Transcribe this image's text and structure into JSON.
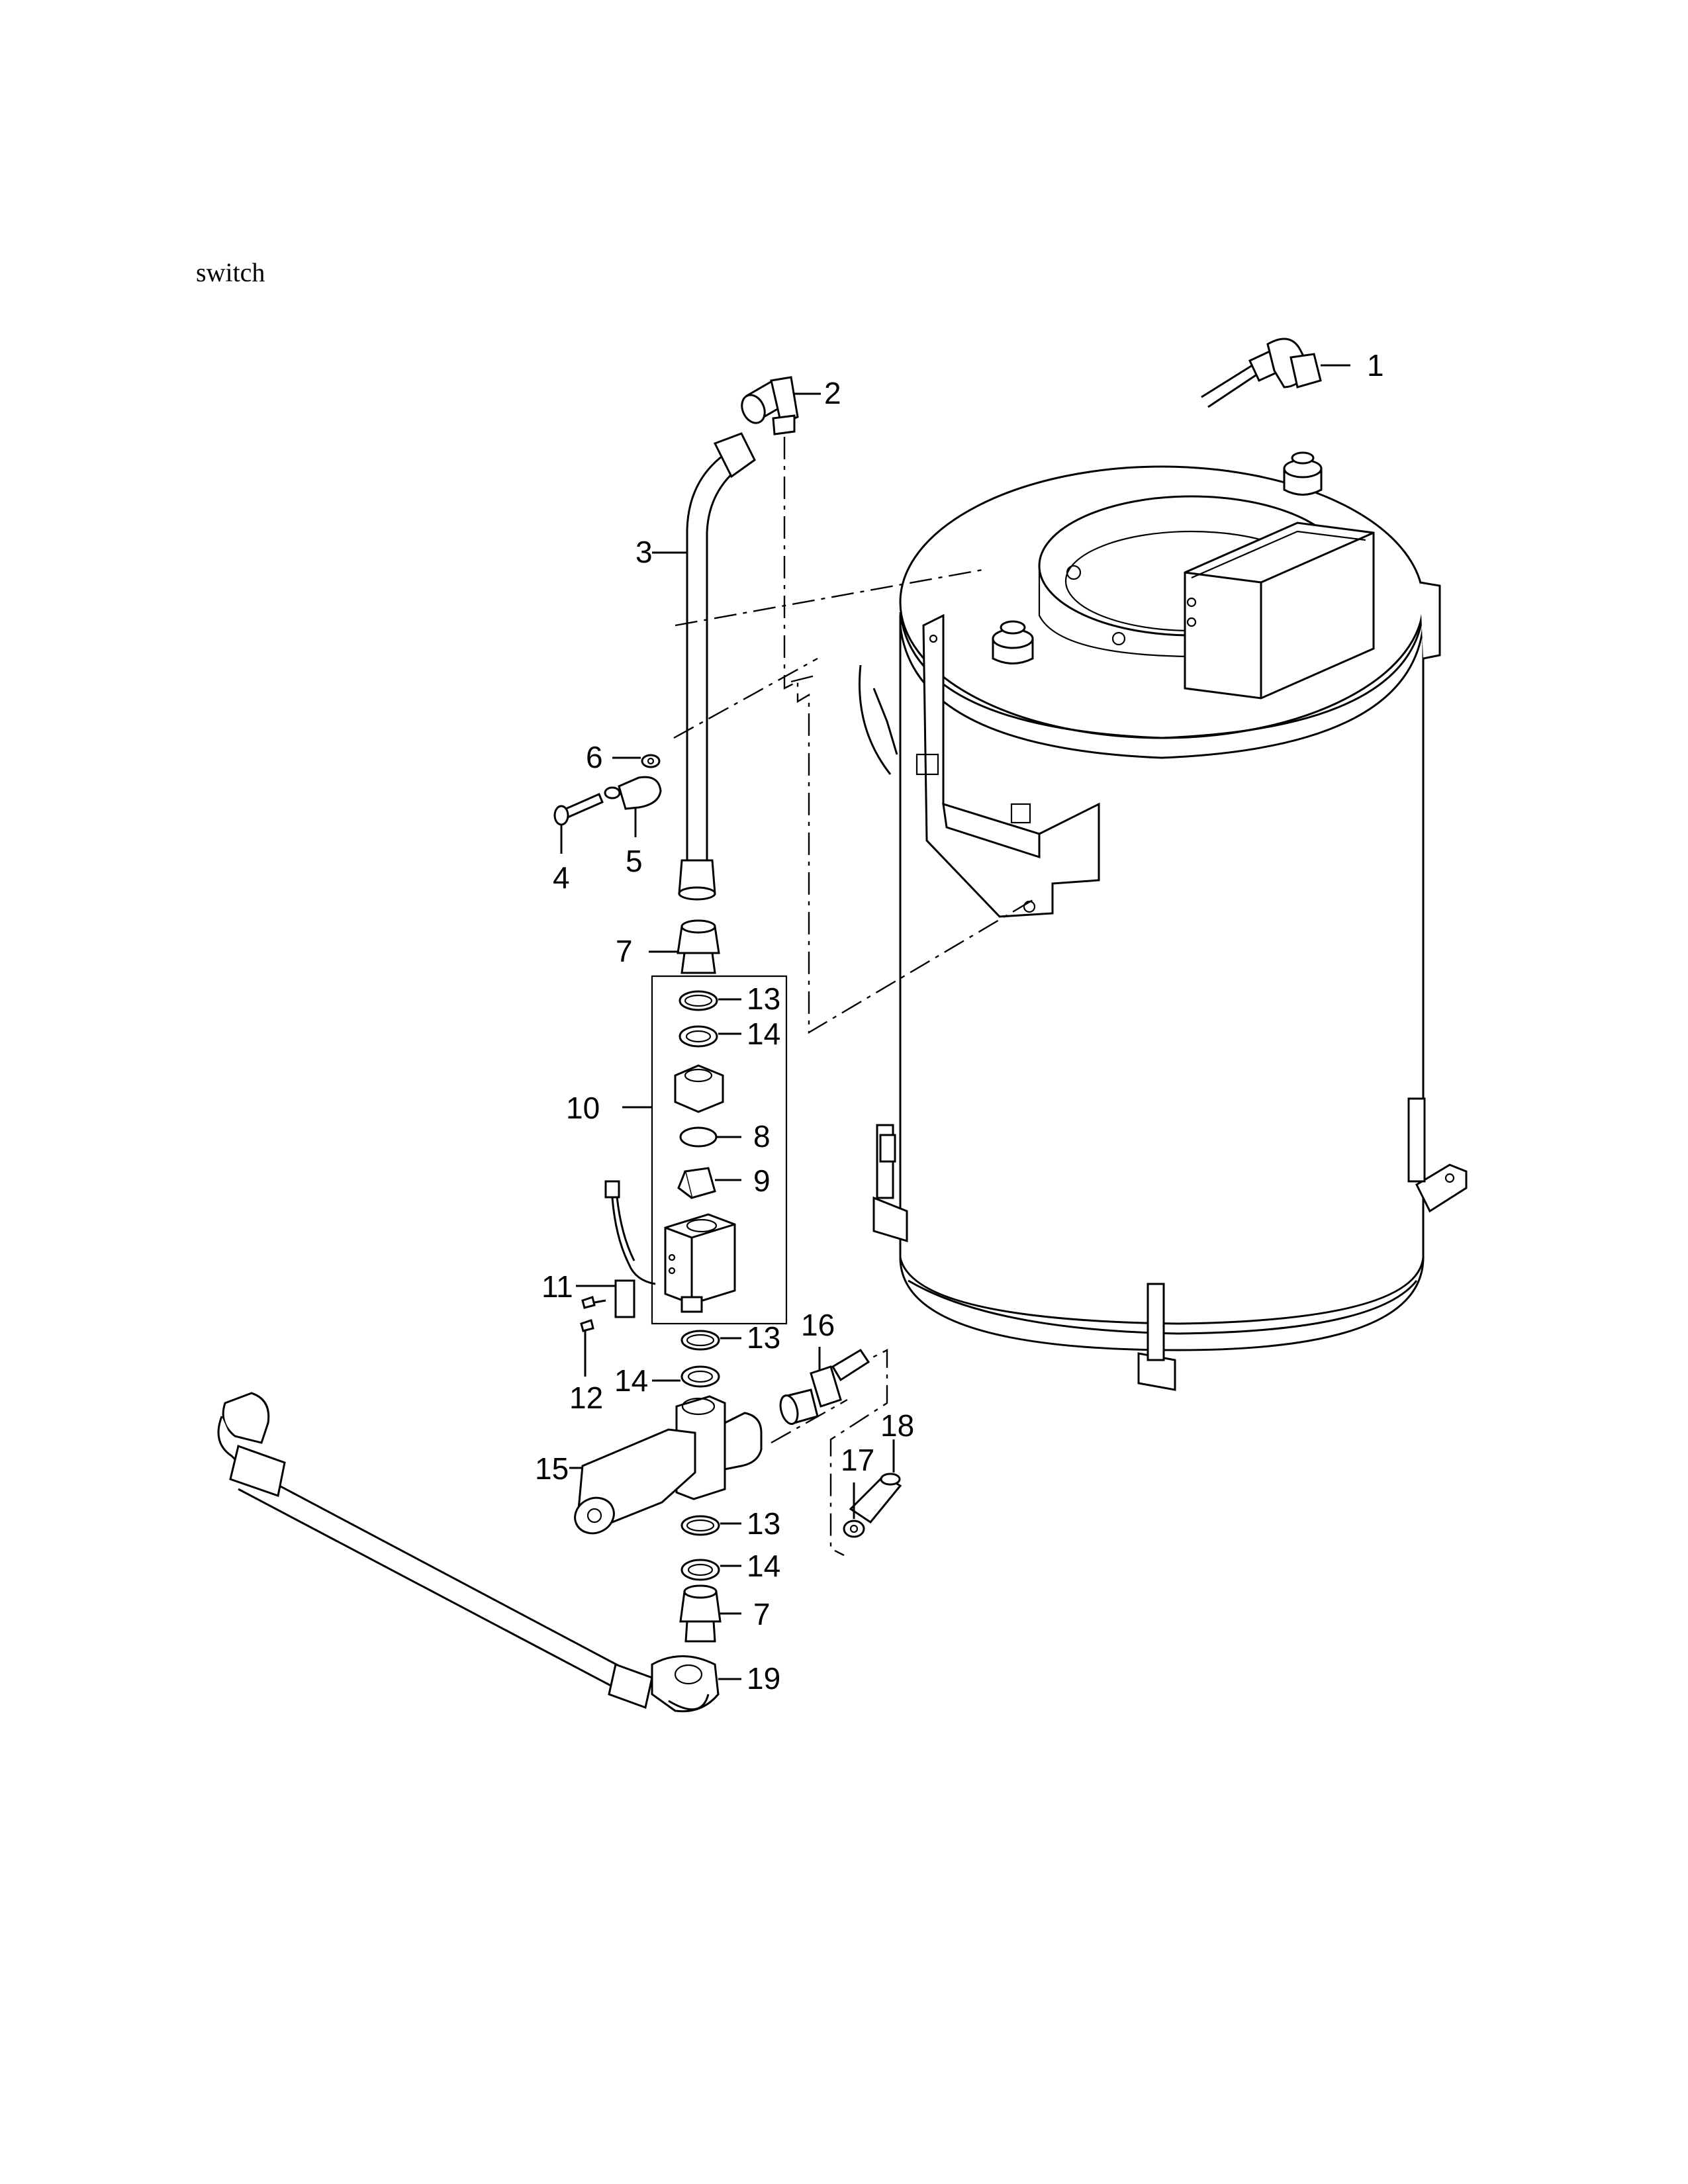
{
  "heading": "switch",
  "callouts": [
    {
      "id": "1",
      "label": "1"
    },
    {
      "id": "2",
      "label": "2"
    },
    {
      "id": "3",
      "label": "3"
    },
    {
      "id": "4",
      "label": "4"
    },
    {
      "id": "5",
      "label": "5"
    },
    {
      "id": "6",
      "label": "6"
    },
    {
      "id": "7a",
      "label": "7"
    },
    {
      "id": "7b",
      "label": "7"
    },
    {
      "id": "8",
      "label": "8"
    },
    {
      "id": "9",
      "label": "9"
    },
    {
      "id": "10",
      "label": "10"
    },
    {
      "id": "11",
      "label": "11"
    },
    {
      "id": "12",
      "label": "12"
    },
    {
      "id": "13a",
      "label": "13"
    },
    {
      "id": "13b",
      "label": "13"
    },
    {
      "id": "13c",
      "label": "13"
    },
    {
      "id": "14a",
      "label": "14"
    },
    {
      "id": "14b",
      "label": "14"
    },
    {
      "id": "14c",
      "label": "14"
    },
    {
      "id": "15",
      "label": "15"
    },
    {
      "id": "16",
      "label": "16"
    },
    {
      "id": "17",
      "label": "17"
    },
    {
      "id": "18",
      "label": "18"
    },
    {
      "id": "19",
      "label": "19"
    }
  ]
}
